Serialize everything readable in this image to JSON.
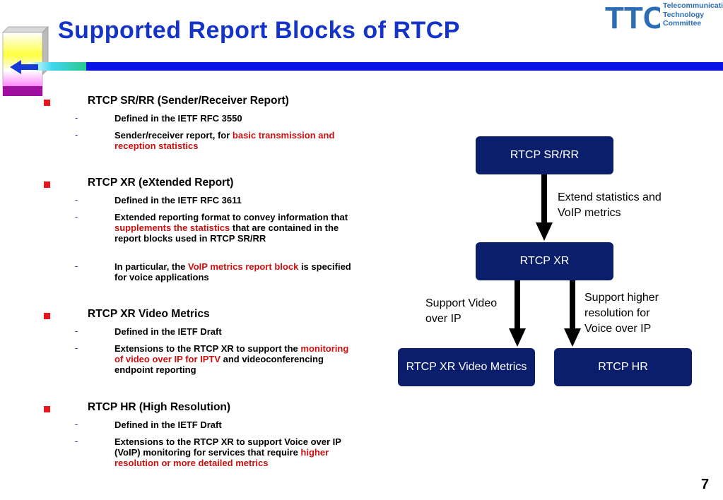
{
  "header": {
    "title": "Supported Report Blocks of RTCP",
    "logo_letters": "TTC",
    "logo_lines": [
      "Telecommunication",
      "Technology",
      "Committee"
    ]
  },
  "sections": [
    {
      "heading": "RTCP SR/RR (Sender/Receiver Report)",
      "items": [
        {
          "parts": [
            {
              "text": "Defined in the IETF RFC 3550",
              "red": false
            }
          ]
        },
        {
          "parts": [
            {
              "text": "Sender/receiver report, for ",
              "red": false
            },
            {
              "text": "basic transmission and reception statistics",
              "red": true
            }
          ]
        }
      ]
    },
    {
      "heading": "RTCP XR (eXtended Report)",
      "items": [
        {
          "parts": [
            {
              "text": "Defined in the IETF RFC 3611",
              "red": false
            }
          ]
        },
        {
          "parts": [
            {
              "text": "Extended reporting format to convey information that ",
              "red": false
            },
            {
              "text": "supplements the statistics",
              "red": true
            },
            {
              "text": " that are contained in the report blocks used in RTCP SR/RR",
              "red": false
            }
          ]
        },
        {
          "parts": [
            {
              "text": "In particular, the ",
              "red": false
            },
            {
              "text": "VoIP metrics report block",
              "red": true
            },
            {
              "text": " is specified for voice applications",
              "red": false
            }
          ]
        }
      ]
    },
    {
      "heading": "RTCP XR Video Metrics",
      "items": [
        {
          "parts": [
            {
              "text": "Defined in the IETF Draft",
              "red": false
            }
          ]
        },
        {
          "parts": [
            {
              "text": "Extensions to the RTCP XR to support the ",
              "red": false
            },
            {
              "text": "monitoring of video over IP for IPTV",
              "red": true
            },
            {
              "text": " and videoconferencing endpoint reporting",
              "red": false
            }
          ]
        }
      ]
    },
    {
      "heading": "RTCP HR (High Resolution)",
      "items": [
        {
          "parts": [
            {
              "text": "Defined in the IETF Draft",
              "red": false
            }
          ]
        },
        {
          "parts": [
            {
              "text": "Extensions to the RTCP XR to support Voice over IP (VoIP) monitoring for services that require ",
              "red": false
            },
            {
              "text": "higher resolution or more detailed metrics",
              "red": true
            }
          ]
        }
      ]
    }
  ],
  "diagram": {
    "boxes": {
      "sr_rr": "RTCP SR/RR",
      "xr": "RTCP XR",
      "xr_video": "RTCP XR Video Metrics",
      "hr": "RTCP HR"
    },
    "labels": {
      "extend": "Extend statistics and VoIP metrics",
      "video": "Support Video over IP",
      "higher": "Support higher resolution for Voice over IP"
    }
  },
  "page_number": "7",
  "colors": {
    "title": "#1433c8",
    "box": "#0b1e6b",
    "bullet": "#e8141e",
    "highlight": "#cc1010",
    "bar": "#0a14e6"
  }
}
